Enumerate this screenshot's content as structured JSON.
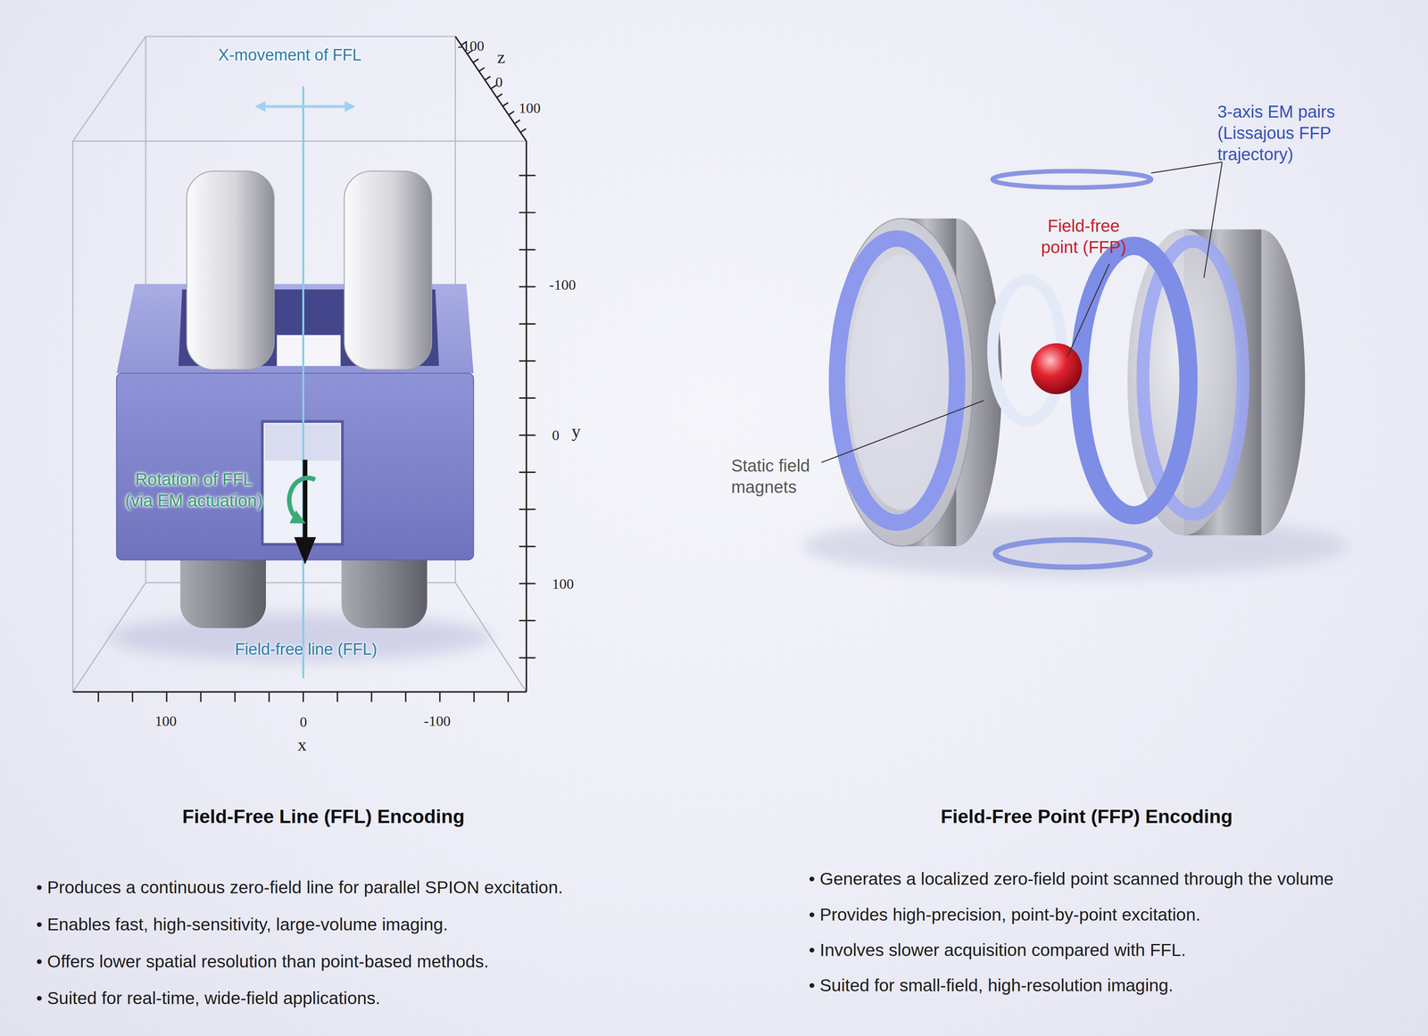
{
  "diagram": {
    "labels": [
      "X-movement of FFL",
      "-100",
      "z",
      "0",
      "100",
      "-100",
      "0",
      "y",
      "Rotation of FFL (via EM actuation)",
      "100",
      "Field-free line (FFL)",
      "100",
      "0",
      "-100",
      "x",
      "Field-Free Line (FFL) Encoding",
      "• Produces a continuous zero-field line for parallel SPION excitation.",
      "• Enables fast, high-sensitivity, large-volume imaging.",
      "• Offers lower spatial resolution than point-based methods.",
      "• Suited for real-time, wide-field applications.",
      "3-axis EM pairs (Lissajous FFP trajectory)",
      "Field-free point (FFP)",
      "Static field magnets",
      "Field-Free Point (FFP) Encoding",
      "• Generates a localized zero-field point scanned through the volume",
      "• Provides high-precision, point-by-point excitation.",
      "• Involves slower acquisition compared with FFL.",
      "• Suited for small-field, high-resolution imaging."
    ]
  }
}
